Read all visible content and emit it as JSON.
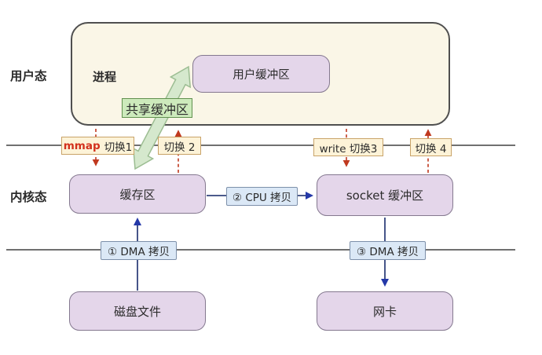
{
  "diagram": {
    "title_implied": "mmap zero-copy data flow",
    "regions": {
      "user_mode": "用户态",
      "kernel_mode": "内核态"
    },
    "nodes": {
      "process": "进程",
      "user_buffer": "用户缓冲区",
      "shared_buffer": "共享缓冲区",
      "kernel_buffer": "缓存区",
      "socket_buffer": "socket 缓冲区",
      "disk_file": "磁盘文件",
      "nic": "网卡"
    },
    "switches": {
      "s1_keyword": "mmap",
      "s1_rest": "切换1",
      "s2": "切换 2",
      "s3": "write 切换3",
      "s4": "切换 4"
    },
    "copies": {
      "dma1": "① DMA 拷贝",
      "cpu2": "② CPU 拷贝",
      "dma3": "③ DMA 拷贝"
    },
    "colors": {
      "process_fill": "#faf6e7",
      "node_fill": "#e4d6ea",
      "node_border": "#84788f",
      "shared_fill": "#cdeabc",
      "shared_border": "#61914f",
      "switch_fill": "#fdf3d8",
      "switch_border": "#c9a368",
      "copy_fill": "#dbe8f6",
      "copy_border": "#7d90aa",
      "mmap_red": "#d2301c",
      "dashed_red": "#c0391f",
      "navy_line": "#32427c",
      "arrow_blue": "#2438a8",
      "green_arrow_fill": "#d5e8cd",
      "green_arrow_stroke": "#9cbd92",
      "boundary_gray": "#707070"
    }
  }
}
